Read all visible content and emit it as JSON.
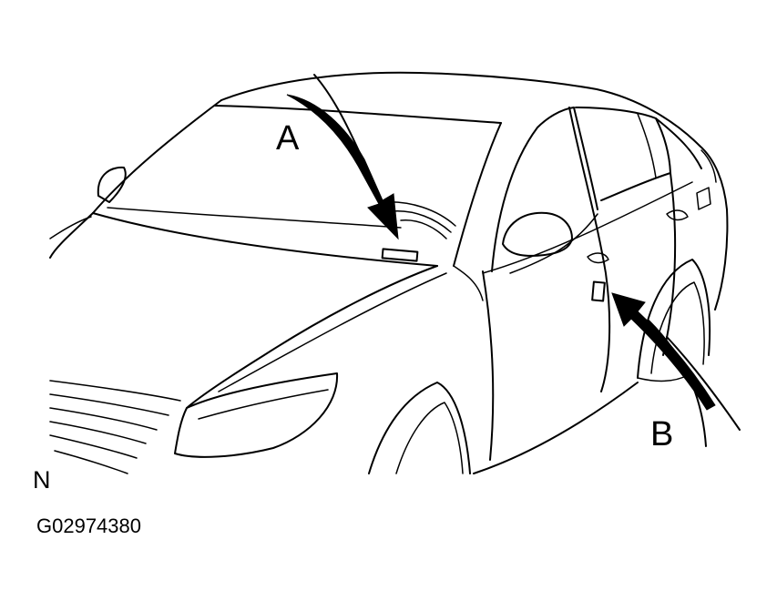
{
  "labels": {
    "a": "A",
    "b": "B",
    "n": "N"
  },
  "figure_code": "G02974380",
  "colors": {
    "line": "#000000",
    "background": "#ffffff"
  }
}
